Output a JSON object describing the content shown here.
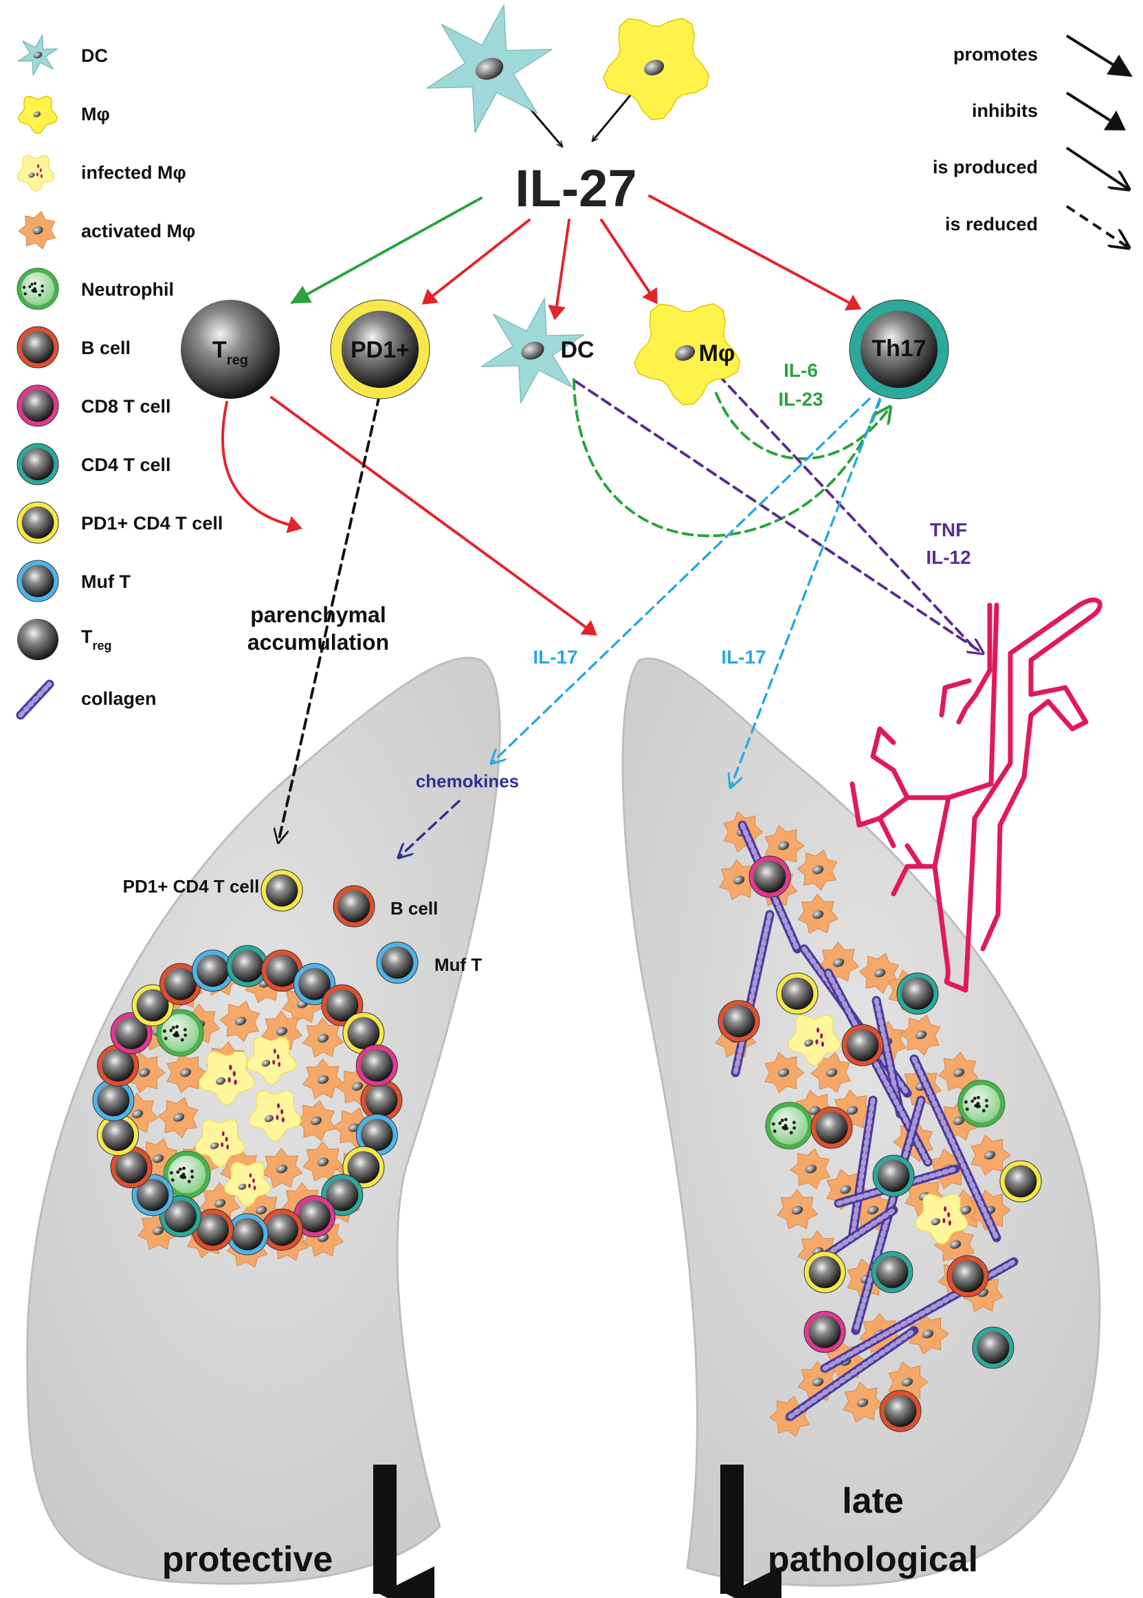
{
  "center_label": "IL-27",
  "legend": {
    "items": [
      {
        "label": "DC",
        "icon": "dc-cell-icon"
      },
      {
        "label": "Mφ",
        "icon": "macrophage-icon"
      },
      {
        "label": "infected Mφ",
        "icon": "infected-macrophage-icon"
      },
      {
        "label": "activated Mφ",
        "icon": "activated-macrophage-icon"
      },
      {
        "label": "Neutrophil",
        "icon": "neutrophil-icon"
      },
      {
        "label": "B cell",
        "icon": "b-cell-icon"
      },
      {
        "label": "CD8 T cell",
        "icon": "cd8-t-cell-icon"
      },
      {
        "label": "CD4 T cell",
        "icon": "cd4-t-cell-icon"
      },
      {
        "label": "PD1+ CD4 T cell",
        "icon": "pd1-cd4-t-cell-icon"
      },
      {
        "label": "Muf T",
        "icon": "muf-t-cell-icon"
      },
      {
        "label": "T",
        "sub": "reg",
        "icon": "treg-cell-icon"
      },
      {
        "label": "collagen",
        "icon": "collagen-icon"
      }
    ],
    "arrow_key": [
      {
        "label": "promotes"
      },
      {
        "label": "inhibits"
      },
      {
        "label": "is produced"
      },
      {
        "label": "is reduced"
      }
    ]
  },
  "nodes": {
    "treg": {
      "label": "T",
      "sub": "reg"
    },
    "pd1": {
      "label": "PD1+"
    },
    "dc": {
      "label": "DC"
    },
    "macrophage": {
      "label": "Mφ"
    },
    "th17": {
      "label": "Th17"
    }
  },
  "annotations": {
    "il6": "IL-6",
    "il23": "IL-23",
    "tnf": "TNF",
    "il12": "IL-12",
    "parenchymal_1": "parenchymal",
    "parenchymal_2": "accumulation",
    "il17_left": "IL-17",
    "il17_right": "IL-17",
    "chemokines": "chemokines"
  },
  "lung_left": {
    "labels": {
      "pd1": "PD1+ CD4 T cell",
      "bcell": "B cell",
      "muft": "Muf T"
    },
    "outcome": "protective"
  },
  "lung_right": {
    "outcome_line1": "late",
    "outcome_line2": "pathological"
  },
  "colors": {
    "promote_green": "#2aa33f",
    "inhibit_red": "#e3242b",
    "il17_blue": "#29a8e0",
    "chemokine_navy": "#2e3192",
    "cytokine_purple": "#5b2c8f",
    "bronchus_pink": "#e0195f",
    "lung_gray": "#d6d6d6",
    "dc_cyan": "#9fd8d8",
    "macrophage_yellow": "#fff24a",
    "activated_orange": "#f5a868",
    "bcell_ring": "#e0502e",
    "cd8_ring": "#e2388f",
    "cd4_ring": "#2ba99b",
    "pd1_ring": "#f7e84a",
    "muft_ring": "#4fb3e8",
    "neutrophil_green": "#4caf50"
  }
}
